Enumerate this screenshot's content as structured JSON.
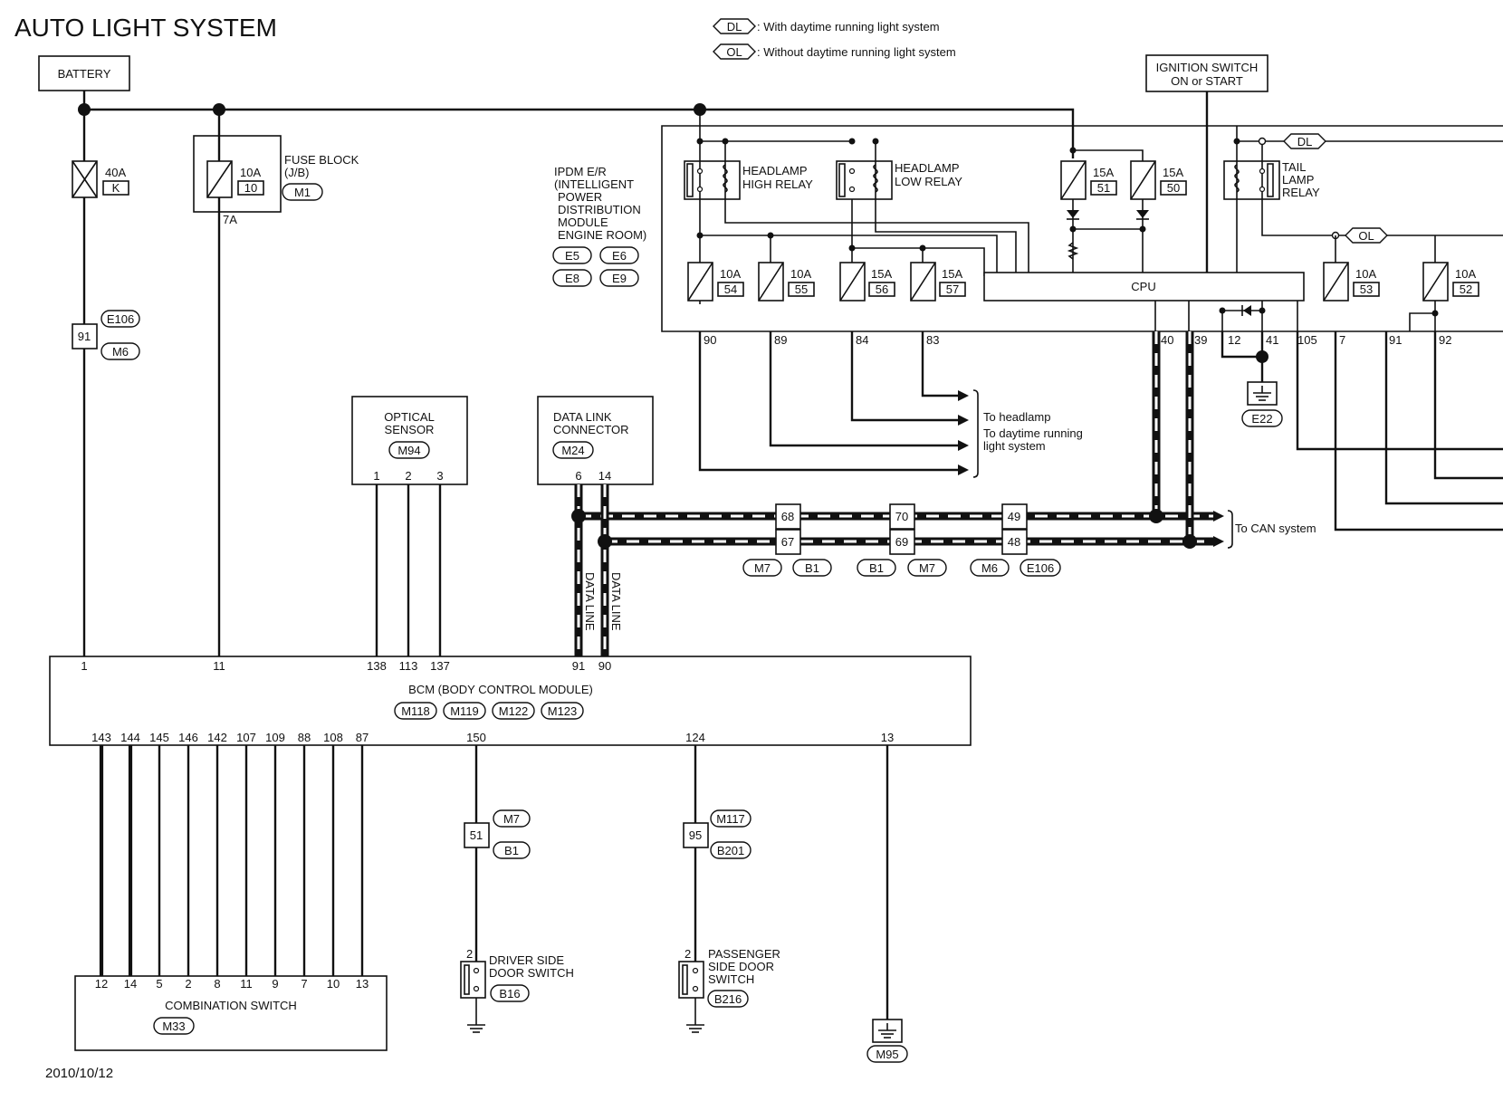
{
  "title": "AUTO LIGHT SYSTEM",
  "date": "2010/10/12",
  "legend": {
    "dl": {
      "tag": "DL",
      "text": ": With daytime running light system"
    },
    "ol": {
      "tag": "OL",
      "text": ": Without daytime running light system"
    }
  },
  "battery": {
    "label": "BATTERY"
  },
  "ignition": {
    "line1": "IGNITION SWITCH",
    "line2": "ON or START"
  },
  "fuse_40a": {
    "rating": "40A",
    "id": "K"
  },
  "fuse_block": {
    "rating": "10A",
    "id": "10",
    "tap": "7A",
    "line1": "FUSE BLOCK",
    "line2": "(J/B)",
    "connector": "M1"
  },
  "battery_joint": {
    "pin": "91",
    "conn_top": "E106",
    "conn_bottom": "M6"
  },
  "ipdm": {
    "lines": [
      "IPDM E/R",
      "(INTELLIGENT",
      "POWER",
      "DISTRIBUTION",
      "MODULE",
      "ENGINE ROOM)"
    ],
    "connectors": [
      "E5",
      "E6",
      "E8",
      "E9"
    ],
    "hi_relay": [
      "HEADLAMP",
      "HIGH RELAY"
    ],
    "lo_relay": [
      "HEADLAMP",
      "LOW RELAY"
    ],
    "tail_relay": [
      "TAIL",
      "LAMP",
      "RELAY"
    ],
    "cpu": "CPU",
    "fuses": [
      {
        "rating": "10A",
        "id": "54"
      },
      {
        "rating": "10A",
        "id": "55"
      },
      {
        "rating": "15A",
        "id": "56"
      },
      {
        "rating": "15A",
        "id": "57"
      },
      {
        "rating": "15A",
        "id": "51"
      },
      {
        "rating": "15A",
        "id": "50"
      },
      {
        "rating": "10A",
        "id": "53"
      },
      {
        "rating": "10A",
        "id": "52"
      }
    ],
    "pins": [
      "90",
      "89",
      "84",
      "83",
      "40",
      "39",
      "12",
      "41",
      "105",
      "7",
      "91",
      "92"
    ],
    "ground": "E22",
    "dl_tag": "DL",
    "ol_tag": "OL"
  },
  "headlamp_note": {
    "line1": "To headlamp",
    "line2": "To daytime running",
    "line3": "light system"
  },
  "can_note": "To CAN system",
  "optical_sensor": {
    "line1": "OPTICAL",
    "line2": "SENSOR",
    "connector": "M94",
    "pins": [
      "1",
      "2",
      "3"
    ]
  },
  "dlc": {
    "line1": "DATA LINK",
    "line2": "CONNECTOR",
    "connector": "M24",
    "pins": [
      "6",
      "14"
    ],
    "data_line": "DATA LINE"
  },
  "can_joints": [
    {
      "top": "68",
      "bottom": "67",
      "conn_a": "M7",
      "conn_b": "B1"
    },
    {
      "top": "70",
      "bottom": "69",
      "conn_a": "B1",
      "conn_b": "M7"
    },
    {
      "top": "49",
      "bottom": "48",
      "conn_a": "M6",
      "conn_b": "E106"
    }
  ],
  "bcm": {
    "title": "BCM (BODY CONTROL MODULE)",
    "connectors": [
      "M118",
      "M119",
      "M122",
      "M123"
    ],
    "top_pins": [
      "1",
      "11",
      "138",
      "113",
      "137",
      "91",
      "90"
    ],
    "bottom_pins": [
      "143",
      "144",
      "145",
      "146",
      "142",
      "107",
      "109",
      "88",
      "108",
      "87",
      "150",
      "124",
      "13"
    ]
  },
  "combination_switch": {
    "label": "COMBINATION SWITCH",
    "connector": "M33",
    "pins": [
      "12",
      "14",
      "5",
      "2",
      "8",
      "11",
      "9",
      "7",
      "10",
      "13"
    ]
  },
  "driver_joint": {
    "pin": "51",
    "conn_top": "M7",
    "conn_bottom": "B1"
  },
  "passenger_joint": {
    "pin": "95",
    "conn_top": "M117",
    "conn_bottom": "B201"
  },
  "driver_switch": {
    "line1": "DRIVER SIDE",
    "line2": "DOOR SWITCH",
    "connector": "B16",
    "pin": "2"
  },
  "passenger_switch": {
    "line1": "PASSENGER",
    "line2": "SIDE DOOR",
    "line3": "SWITCH",
    "connector": "B216",
    "pin": "2"
  },
  "bcm_ground": "M95"
}
